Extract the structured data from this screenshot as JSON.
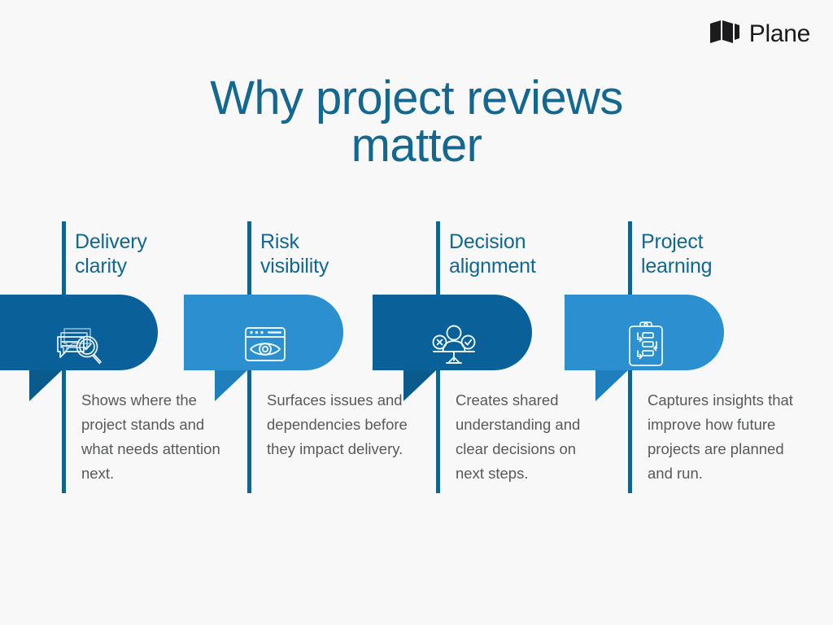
{
  "brand": {
    "name": "Plane",
    "mark_icon": "plane-logo-icon"
  },
  "title": {
    "line1": "Why project reviews",
    "line2": "matter"
  },
  "colors": {
    "background": "#f7f8f7",
    "title_text": "#14688f",
    "heading_text": "#12678f",
    "body_text": "#58595b",
    "spine": "#10648f",
    "banner_dark": "#0a6098",
    "banner_light": "#2b8fd0",
    "tail_dark": "#0a5a8c",
    "tail_light": "#1f7fbd"
  },
  "cards": [
    {
      "heading_line1": "Delivery",
      "heading_line2": "clarity",
      "body": "Shows where the project stands and what needs attention next.",
      "icon": "documents-magnifier-check-icon",
      "banner_color": "#0a6098",
      "tail_color": "#0a5a8c"
    },
    {
      "heading_line1": "Risk",
      "heading_line2": "visibility",
      "body": "Surfaces issues and dependencies before they impact delivery.",
      "icon": "browser-window-eye-icon",
      "banner_color": "#2b8fd0",
      "tail_color": "#1f7fbd"
    },
    {
      "heading_line1": "Decision",
      "heading_line2": "alignment",
      "body": "Creates shared understanding and clear decisions on next steps.",
      "icon": "person-balance-scale-icon",
      "banner_color": "#0a6098",
      "tail_color": "#0a5a8c"
    },
    {
      "heading_line1": "Project",
      "heading_line2": "learning",
      "body": "Captures insights that improve how future projects are planned and run.",
      "icon": "clipboard-flowchart-icon",
      "banner_color": "#2b8fd0",
      "tail_color": "#1f7fbd"
    }
  ]
}
